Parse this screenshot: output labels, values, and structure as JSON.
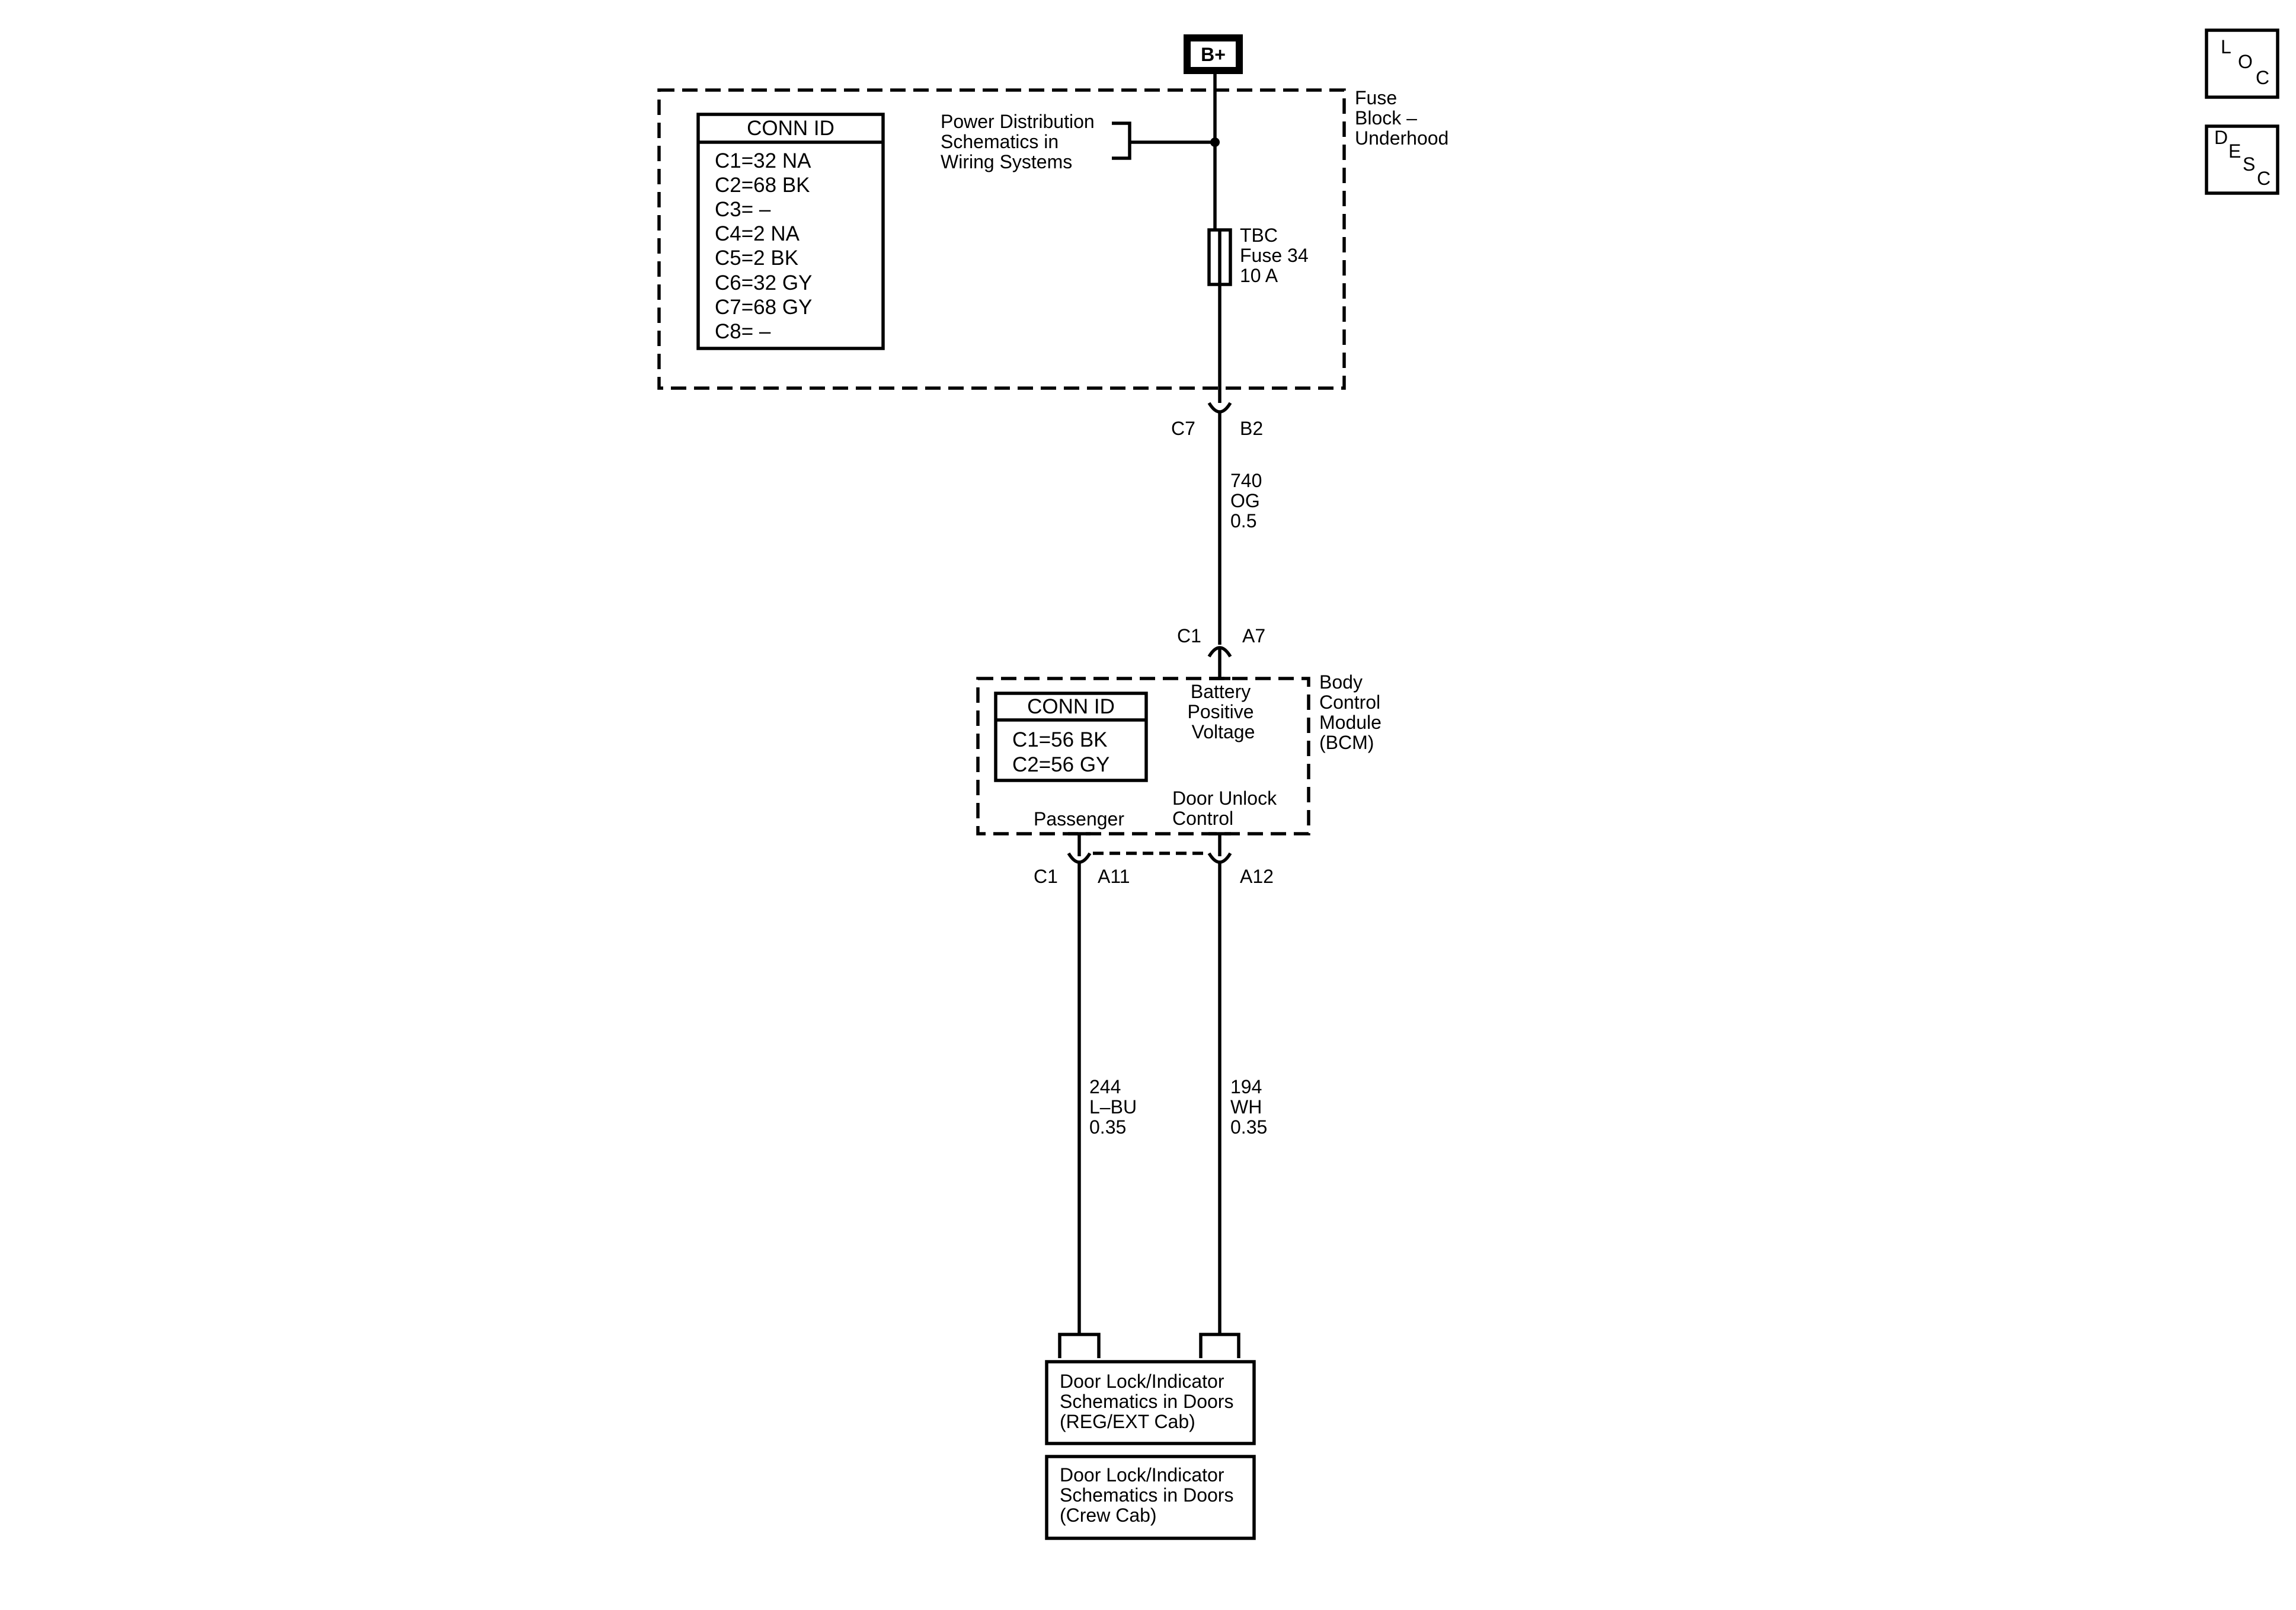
{
  "power_source": {
    "label": "B+"
  },
  "fuse_block": {
    "name_lines": [
      "Fuse",
      "Block –",
      "Underhood"
    ],
    "conn_id": {
      "title": "CONN ID",
      "rows": [
        "C1=32 NA",
        "C2=68 BK",
        "C3= –",
        "C4=2 NA",
        "C5=2 BK",
        "C6=32 GY",
        "C7=68 GY",
        "C8= –"
      ]
    },
    "reference_lines": [
      "Power Distribution",
      "Schematics in",
      "Wiring Systems"
    ],
    "fuse_lines": [
      "TBC",
      "Fuse 34",
      "10 A"
    ],
    "output_connector": "C7",
    "output_pin": "B2"
  },
  "wire_740": {
    "lines": [
      "740",
      "OG",
      "0.5"
    ]
  },
  "bcm": {
    "name_lines": [
      "Body",
      "Control",
      "Module",
      "(BCM)"
    ],
    "conn_id": {
      "title": "CONN ID",
      "rows": [
        "C1=56 BK",
        "C2=56 GY"
      ]
    },
    "input_connector": "C1",
    "input_pin": "A7",
    "input_label_lines": [
      "Battery",
      "Positive",
      "Voltage"
    ],
    "output_left_label": "Passenger",
    "output_right_label_lines": [
      "Door Unlock",
      "Control"
    ],
    "output_connector": "C1",
    "output_left_pin": "A11",
    "output_right_pin": "A12"
  },
  "wire_244": {
    "lines": [
      "244",
      "L–BU",
      "0.35"
    ]
  },
  "wire_194": {
    "lines": [
      "194",
      "WH",
      "0.35"
    ]
  },
  "destinations": [
    {
      "lines": [
        "Door Lock/Indicator",
        "Schematics in Doors",
        "(REG/EXT Cab)"
      ]
    },
    {
      "lines": [
        "Door Lock/Indicator",
        "Schematics in Doors",
        "(Crew Cab)"
      ]
    }
  ],
  "side_buttons": {
    "loc": [
      "L",
      "O",
      "C"
    ],
    "desc": [
      "D",
      "E",
      "S",
      "C"
    ]
  }
}
